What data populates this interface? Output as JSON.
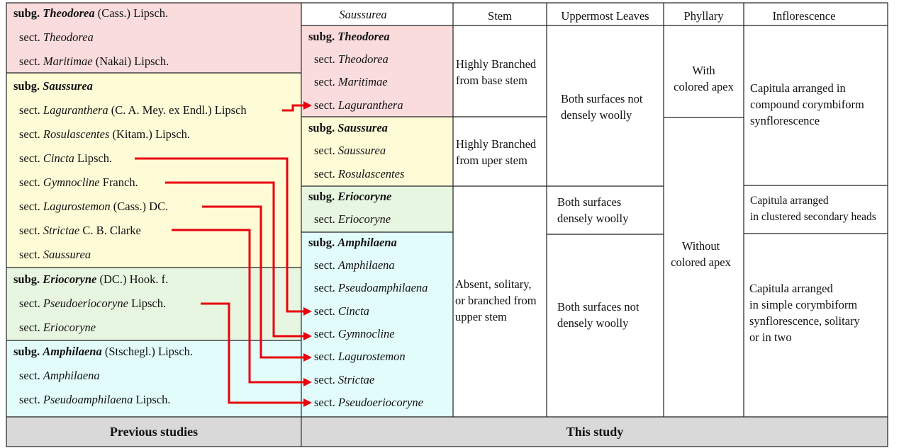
{
  "previous": {
    "theodorea": {
      "subg": "subg.",
      "name": "Theodorea",
      "author": " (Cass.) Lipsch.",
      "sects": [
        {
          "sect": "sect.",
          "name": "Theodorea",
          "author": ""
        },
        {
          "sect": "sect.",
          "name": "Maritimae",
          "author": " (Nakai) Lipsch."
        }
      ]
    },
    "saussurea": {
      "subg": "subg.",
      "name": "Saussurea",
      "author": "",
      "sects": [
        {
          "sect": "sect.",
          "name": "Laguranthera",
          "author": " (C. A. Mey. ex Endl.) Lipsch"
        },
        {
          "sect": "sect.",
          "name": "Rosulascentes",
          "author": " (Kitam.) Lipsch."
        },
        {
          "sect": "sect.",
          "name": "Cincta",
          "author": " Lipsch."
        },
        {
          "sect": "sect.",
          "name": "Gymnocline",
          "author": " Franch."
        },
        {
          "sect": "sect.",
          "name": "Lagurostemon",
          "author": " (Cass.) DC."
        },
        {
          "sect": "sect.",
          "name": "Strictae",
          "author": " C. B. Clarke"
        },
        {
          "sect": "sect.",
          "name": "Saussurea",
          "author": ""
        }
      ]
    },
    "eriocoryne": {
      "subg": "subg.",
      "name": "Eriocoryne",
      "author": " (DC.) Hook. f.",
      "sects": [
        {
          "sect": "sect.",
          "name": "Pseudoeriocoryne",
          "author": " Lipsch."
        },
        {
          "sect": "sect.",
          "name": "Eriocoryne",
          "author": ""
        }
      ]
    },
    "amphilaena": {
      "subg": "subg.",
      "name": "Amphilaena",
      "author": " (Stschegl.) Lipsch.",
      "sects": [
        {
          "sect": "sect.",
          "name": "Amphilaena",
          "author": ""
        },
        {
          "sect": "sect.",
          "name": "Pseudoamphilaena",
          "author": " Lipsch."
        }
      ]
    }
  },
  "headers": {
    "saussurea": "Saussurea",
    "stem": "Stem",
    "leaves": "Uppermost Leaves",
    "phyllary": "Phyllary",
    "inflorescence": "Inflorescence"
  },
  "current": {
    "theodorea": {
      "subg": "subg.",
      "name": "Theodorea",
      "sects": [
        "Theodorea",
        "Maritimae",
        "Laguranthera"
      ]
    },
    "saussurea": {
      "subg": "subg.",
      "name": "Saussurea",
      "sects": [
        "Saussurea",
        "Rosulascentes"
      ]
    },
    "eriocoryne": {
      "subg": "subg.",
      "name": "Eriocoryne",
      "sects": [
        "Eriocoryne"
      ]
    },
    "amphilaena": {
      "subg": "subg.",
      "name": "Amphilaena",
      "sects": [
        "Amphilaena",
        "Pseudoamphilaena",
        "Cincta",
        "Gymnocline",
        "Lagurostemon",
        "Strictae",
        "Pseudoeriocoryne"
      ]
    },
    "sect_prefix": "sect."
  },
  "stem": {
    "s1": [
      "Highly Branched",
      "from base stem"
    ],
    "s2": [
      "Highly Branched",
      "from uper stem"
    ],
    "s3": [
      "Absent, solitary,",
      "or branched from",
      "upper stem"
    ]
  },
  "leaves": {
    "l1": [
      "Both surfaces not",
      "densely woolly"
    ],
    "l2": [
      "Both surfaces",
      "densely woolly"
    ],
    "l3": [
      "Both surfaces not",
      "densely woolly"
    ]
  },
  "phyllary": {
    "p1": [
      "With",
      "colored apex"
    ],
    "p2": [
      "Without",
      "colored apex"
    ]
  },
  "inflorescence": {
    "i1": [
      "Capitula arranged in",
      "compound corymbiform",
      "synflorescence"
    ],
    "i2": [
      "Capitula arranged",
      "in clustered secondary heads"
    ],
    "i3": [
      "Capitula arranged",
      "in simple corymbiform",
      "synflorescence, solitary",
      "or  in two"
    ]
  },
  "footer": {
    "previous": "Previous studies",
    "current": "This study"
  },
  "colors": {
    "pink": "#fbdcdd",
    "yellow": "#fefbd7",
    "green": "#e7f6e0",
    "cyan": "#e2fbfb",
    "arrow": "#e8000d",
    "footer": "#d9d9d9"
  }
}
